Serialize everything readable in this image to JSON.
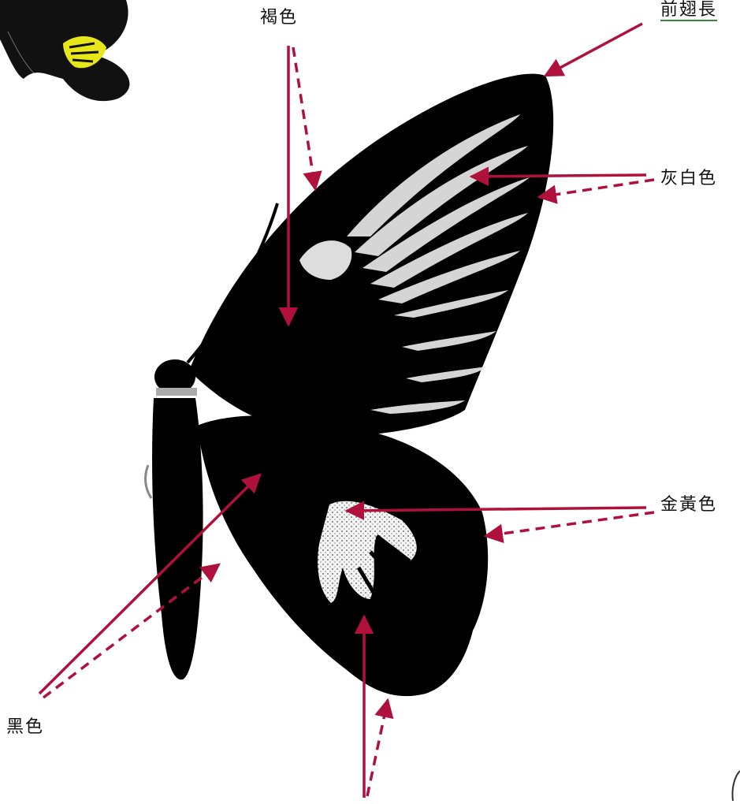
{
  "labels": {
    "brown": "褐色",
    "forewing_length": "前翅長",
    "gray_white": "灰白色",
    "golden_yellow": "金黃色",
    "black": "黑色"
  },
  "colors": {
    "arrow": "#b0103c",
    "wing": "#000000",
    "hindwing_patch": "#f2f2f2",
    "inset_yellow": "#e6e619",
    "underline_green": "#3a8a3a",
    "background": "#ffffff"
  }
}
